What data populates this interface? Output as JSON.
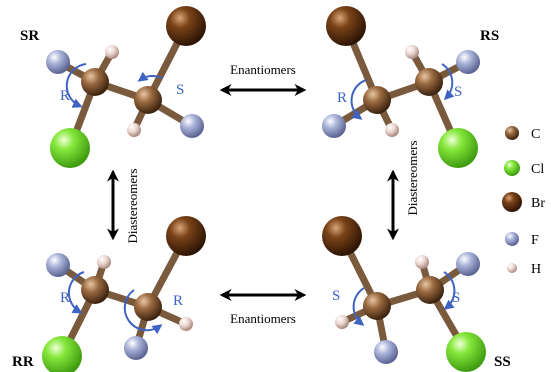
{
  "colors": {
    "carbon": "#7a5230",
    "chlorine": "#7ee034",
    "bromine": "#6e3a12",
    "fluorine": "#9ea9cf",
    "hydrogen": "#e6cfc8",
    "bond": "#7a5a3c",
    "arrow": "#000000",
    "rotation": "#3f63c2"
  },
  "molecules": {
    "sr": {
      "label": "SR",
      "left_config": "R",
      "right_config": "S"
    },
    "rs": {
      "label": "RS",
      "left_config": "R",
      "right_config": "S"
    },
    "rr": {
      "label": "RR",
      "left_config": "R",
      "right_config": "R"
    },
    "ss": {
      "label": "SS",
      "left_config": "S",
      "right_config": "S"
    }
  },
  "relations": {
    "top": "Enantiomers",
    "bottom": "Enantiomers",
    "left": "Diastereomers",
    "right": "Diastereomers"
  },
  "legend": [
    {
      "symbol": "C",
      "icon": "carbon-atom-icon"
    },
    {
      "symbol": "Cl",
      "icon": "chlorine-atom-icon"
    },
    {
      "symbol": "Br",
      "icon": "bromine-atom-icon"
    },
    {
      "symbol": "F",
      "icon": "fluorine-atom-icon"
    },
    {
      "symbol": "H",
      "icon": "hydrogen-atom-icon"
    }
  ]
}
